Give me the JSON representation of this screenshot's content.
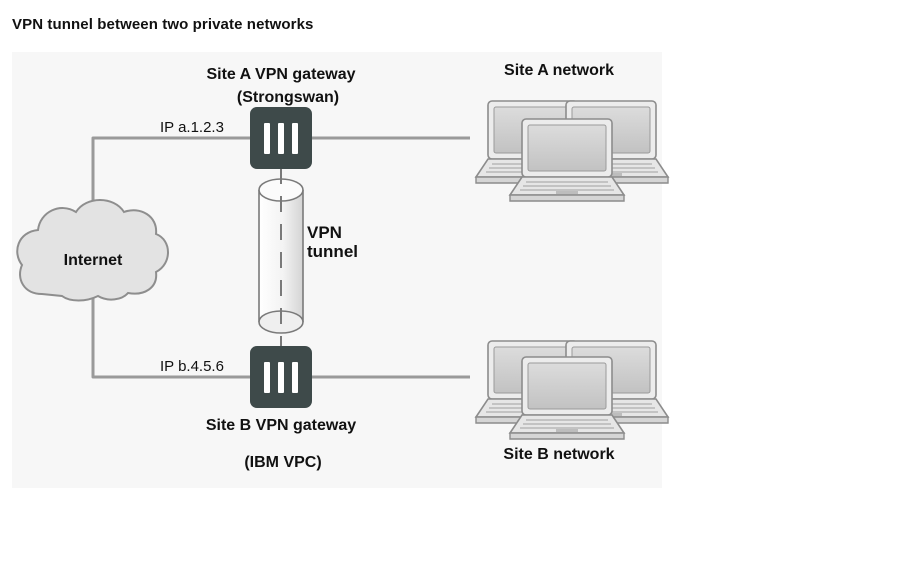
{
  "title": "VPN tunnel between two private networks",
  "nodes": {
    "site_a_gateway": {
      "label": "Site A VPN gateway",
      "sublabel": "(Strongswan)",
      "ip_label": "IP  a.1.2.3"
    },
    "site_b_gateway": {
      "label": "Site B VPN gateway",
      "sublabel": "(IBM VPC)",
      "ip_label": "IP  b.4.5.6"
    },
    "internet": {
      "label": "Internet"
    },
    "site_a_network": {
      "label": "Site A network"
    },
    "site_b_network": {
      "label": "Site B network"
    },
    "tunnel": {
      "label_line1": "VPN",
      "label_line2": "tunnel"
    }
  },
  "colors": {
    "line": "#9a9a9a",
    "gateway_fill": "#3e4a4a",
    "cloud_fill": "#e3e3e3",
    "panel": "#f7f7f7"
  }
}
